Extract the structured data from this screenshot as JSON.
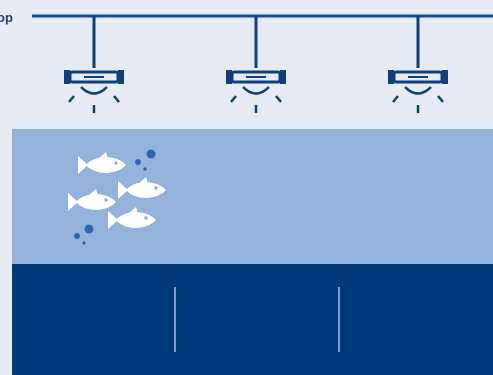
{
  "label": "op",
  "colors": {
    "background": "#e6ebf4",
    "rail": "#1f4c8c",
    "fixture": "#0f3f7c",
    "water": "#95b2da",
    "floor": "#003a78",
    "fish": "#ffffff",
    "bubble": "#2f63ad"
  },
  "lamps": [
    {
      "name": "lamp-1",
      "icon": "tube-light-icon"
    },
    {
      "name": "lamp-2",
      "icon": "tube-light-icon"
    },
    {
      "name": "lamp-3",
      "icon": "tube-light-icon"
    }
  ],
  "fish": [
    "fish-icon",
    "fish-icon",
    "fish-icon",
    "fish-icon"
  ],
  "bubbles": "bubble-icon"
}
